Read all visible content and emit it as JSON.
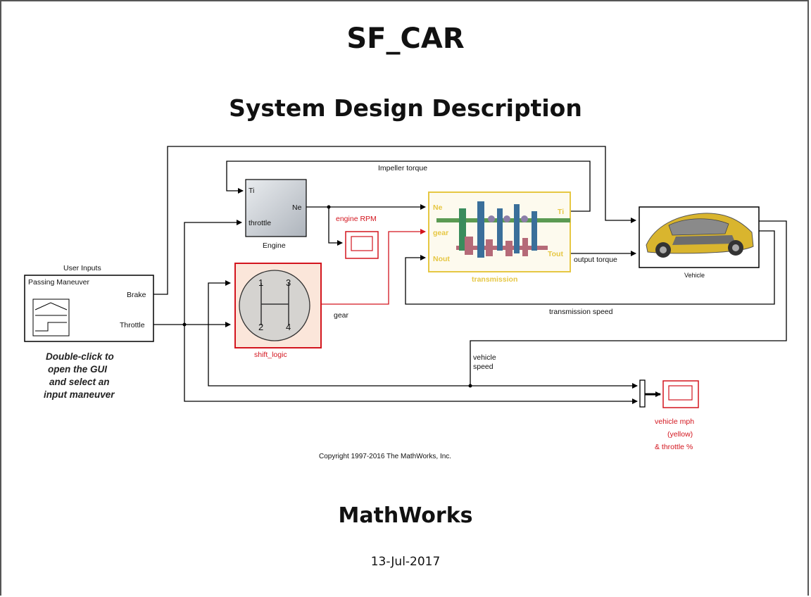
{
  "header": {
    "title": "SF_CAR",
    "subtitle": "System Design Description"
  },
  "diagram": {
    "blocks": {
      "user_inputs": {
        "label": "User Inputs",
        "name": "Passing Maneuver",
        "port_brake": "Brake",
        "port_throttle": "Throttle"
      },
      "engine": {
        "label": "Engine",
        "port_ti": "Ti",
        "port_throttle": "throttle",
        "port_ne": "Ne"
      },
      "shift_logic": {
        "label": "shift_logic",
        "gear1": "1",
        "gear2": "2",
        "gear3": "3",
        "gear4": "4"
      },
      "engine_rpm": {
        "label": "engine RPM"
      },
      "transmission": {
        "label": "transmission",
        "port_ne": "Ne",
        "port_gear": "gear",
        "port_nout": "Nout",
        "port_ti": "Ti",
        "port_tout": "Tout"
      },
      "vehicle": {
        "label": "Vehicle"
      },
      "vehicle_mph": {
        "line1": "vehicle mph",
        "line2": "(yellow)",
        "line3": "& throttle %"
      }
    },
    "signals": {
      "impeller_torque": "Impeller torque",
      "output_torque": "output torque",
      "transmission_speed": "transmission speed",
      "gear": "gear",
      "vehicle_speed_1": "vehicle",
      "vehicle_speed_2": "speed"
    },
    "note": {
      "line1": "Double-click to",
      "line2": "open the GUI",
      "line3": "and select an",
      "line4": "input maneuver"
    },
    "copyright": "Copyright 1997-2016 The MathWorks, Inc."
  },
  "footer": {
    "company": "MathWorks",
    "date": "13-Jul-2017"
  },
  "colors": {
    "signal_red": "#d3151e",
    "transmission_yellow": "#e6c743",
    "engine_grey": "#c8ccd2"
  }
}
